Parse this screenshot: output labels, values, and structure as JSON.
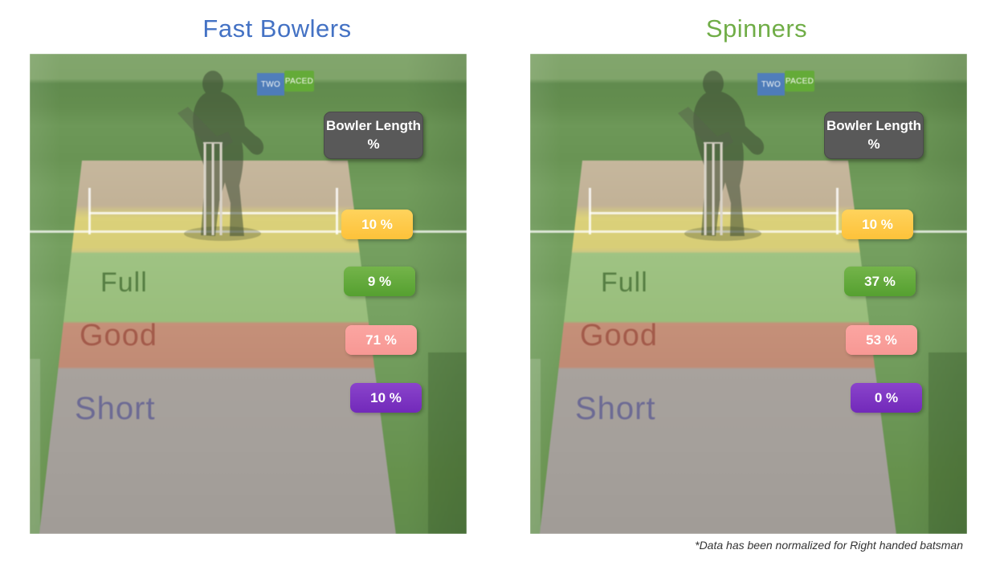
{
  "panels": [
    {
      "title": "Fast Bowlers",
      "logo": {
        "two": "TWO",
        "paced": "PACED"
      },
      "legend_box": "Bowler Length %",
      "zone_labels": {
        "full": "Full",
        "good": "Good",
        "short": "Short"
      },
      "badges": [
        {
          "zone": "yorker-yellow",
          "label": "10 %"
        },
        {
          "zone": "full-green",
          "label": "9 %"
        },
        {
          "zone": "good-pink",
          "label": "71 %"
        },
        {
          "zone": "short-purple",
          "label": "10 %"
        }
      ]
    },
    {
      "title": "Spinners",
      "logo": {
        "two": "TWO",
        "paced": "PACED"
      },
      "legend_box": "Bowler Length %",
      "zone_labels": {
        "full": "Full",
        "good": "Good",
        "short": "Short"
      },
      "badges": [
        {
          "zone": "yorker-yellow",
          "label": "10 %"
        },
        {
          "zone": "full-green",
          "label": "37 %"
        },
        {
          "zone": "good-pink",
          "label": "53 %"
        },
        {
          "zone": "short-purple",
          "label": "0 %"
        }
      ]
    }
  ],
  "footnote": "*Data has been normalized for Right handed batsman",
  "colors": {
    "title_fast_bowlers": "#4472C4",
    "title_spinners": "#70AD47",
    "badge_yellow": "#FDC23A",
    "badge_green": "#5BA434",
    "badge_pink": "#F99F9B",
    "badge_purple": "#7B2FBE",
    "legend_gray": "#595959",
    "logo_blue": "#4A7CC6",
    "logo_green": "#5FAE2E",
    "zone_full_tint": "#9DC47E",
    "zone_good_tint": "#C98F76",
    "zone_short_tint": "#A8A29D",
    "zone_yorker_tint": "#D9CE70"
  },
  "chart_data": [
    {
      "type": "bar",
      "title": "Fast Bowlers",
      "categories": [
        "Yellow zone (unlabeled)",
        "Full",
        "Good",
        "Short"
      ],
      "values": [
        10,
        9,
        71,
        10
      ],
      "ylabel": "Bowler Length %"
    },
    {
      "type": "bar",
      "title": "Spinners",
      "categories": [
        "Yellow zone (unlabeled)",
        "Full",
        "Good",
        "Short"
      ],
      "values": [
        10,
        37,
        53,
        0
      ],
      "ylabel": "Bowler Length %"
    }
  ]
}
